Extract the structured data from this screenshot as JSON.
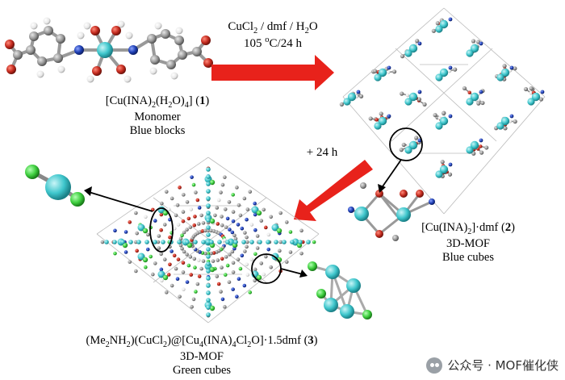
{
  "reaction": {
    "conditions_line1_parts": [
      "CuCl",
      "2",
      " / dmf / H",
      "2",
      "O"
    ],
    "conditions_line2_parts": [
      "105 ",
      "o",
      "C/24 h"
    ],
    "step2_label": "+ 24 h"
  },
  "compound1": {
    "formula_parts": [
      "[Cu(INA)",
      "2",
      "(H",
      "2",
      "O)",
      "4",
      "] (",
      "1",
      ")"
    ],
    "type": "Monomer",
    "description": "Blue blocks"
  },
  "compound2": {
    "formula_parts": [
      "[Cu(INA)",
      "2",
      "]·dmf (",
      "2",
      ")"
    ],
    "type": "3D-MOF",
    "description": "Blue cubes"
  },
  "compound3": {
    "formula_parts": [
      "(Me",
      "2",
      "NH",
      "2",
      ")(CuCl",
      "2",
      ")@[Cu",
      "4",
      "(INA)",
      "4",
      "Cl",
      "2",
      "O]·1.5dmf (",
      "3",
      ")"
    ],
    "type": "3D-MOF",
    "description": "Green cubes"
  },
  "watermark": "公众号 · MOF催化侠",
  "colors": {
    "arrow": "#e8221b",
    "copper": "#3ec6cc",
    "oxygen": "#c42b1f",
    "nitrogen": "#1e3fb4",
    "carbon": "#9a9a9a",
    "hydrogen": "#ebebeb",
    "chlorine": "#3fcf3f"
  }
}
